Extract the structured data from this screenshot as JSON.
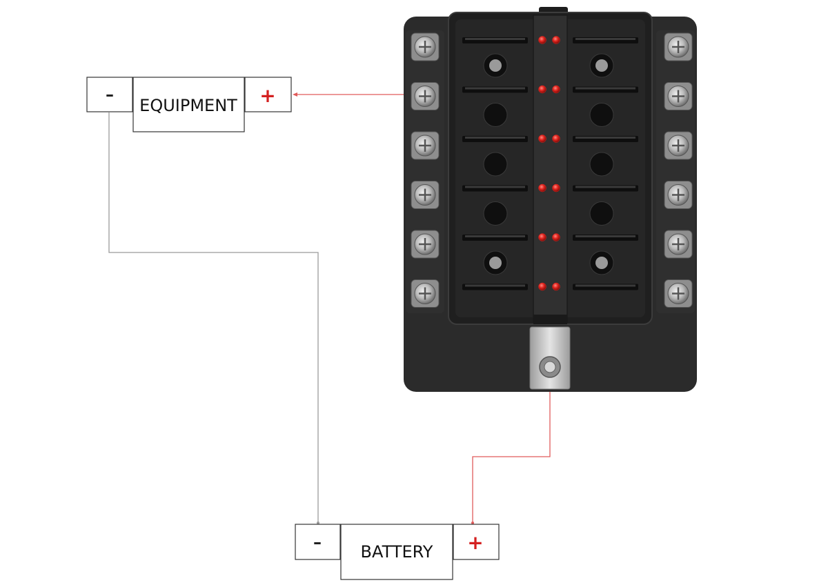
{
  "equipment": {
    "label": "EQUIPMENT",
    "negative_symbol": "–",
    "positive_symbol": "+"
  },
  "battery": {
    "label": "BATTERY",
    "negative_symbol": "–",
    "positive_symbol": "+"
  },
  "fuse_block": {
    "rows": 6,
    "columns": 2,
    "led_indicator_color": "#e0231d",
    "housing_color": "#2b2b2b"
  },
  "wires": {
    "positive_color": "#e05a5a",
    "negative_color": "#9a9a9a"
  },
  "colors": {
    "plus_symbol": "#d42020",
    "box_border": "#333333"
  }
}
